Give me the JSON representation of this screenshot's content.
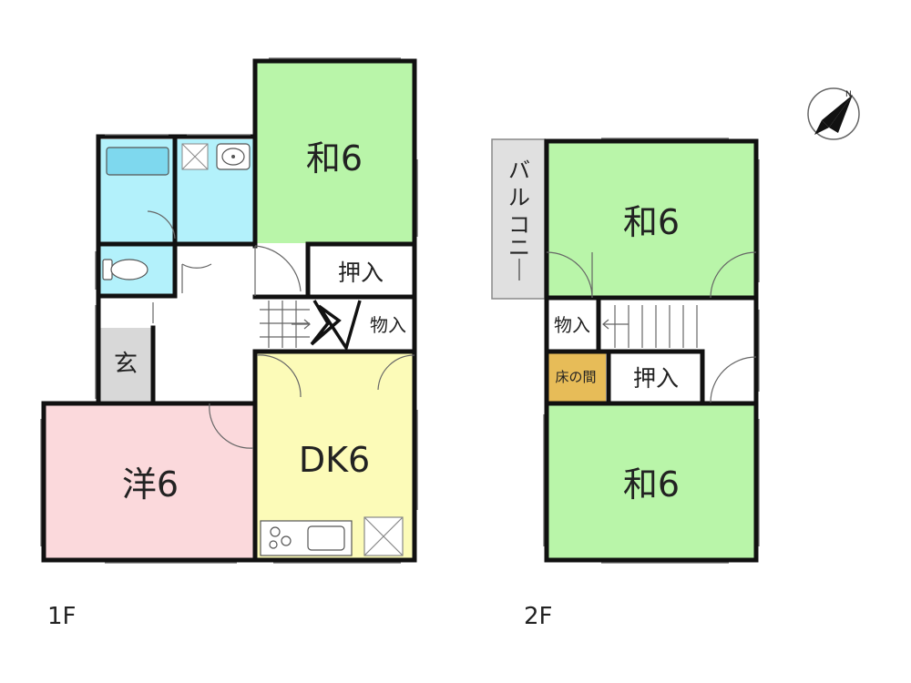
{
  "floors": {
    "first": {
      "label": "1F",
      "rooms": {
        "washitsu": "和6",
        "oshiire": "押入",
        "monoire": "物入",
        "genkan": "玄",
        "youshitsu": "洋6",
        "dk": "DK6"
      }
    },
    "second": {
      "label": "2F",
      "rooms": {
        "balcony": "バルコニー",
        "washitsu_upper": "和6",
        "monoire": "物入",
        "tokonoma": "床の間",
        "oshiire": "押入",
        "washitsu_lower": "和6"
      }
    }
  },
  "compass": {
    "north_label": "N",
    "icon": "compass-icon"
  },
  "colors": {
    "washitsu": "#b9f5a9",
    "youshitsu": "#fbd9dc",
    "dk": "#fcfbb8",
    "water": "#b3f1fb",
    "genkan": "#d8d8d8",
    "tokonoma": "#e7bc58",
    "balcony": "#e0e0e0",
    "wall": "#111111"
  }
}
